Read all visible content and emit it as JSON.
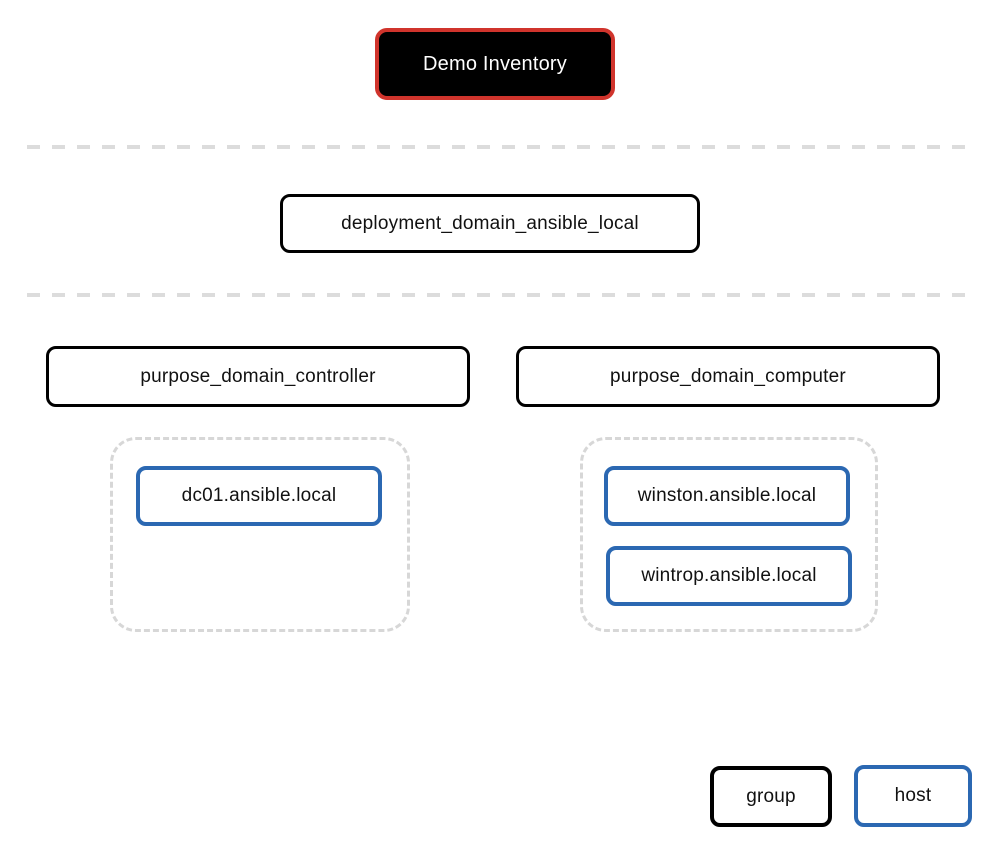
{
  "inventory": {
    "title": "Demo Inventory"
  },
  "root_group": {
    "label": "deployment_domain_ansible_local"
  },
  "groups": [
    {
      "label": "purpose_domain_controller",
      "hosts": [
        {
          "label": "dc01.ansible.local"
        }
      ]
    },
    {
      "label": "purpose_domain_computer",
      "hosts": [
        {
          "label": "winston.ansible.local"
        },
        {
          "label": "wintrop.ansible.local"
        }
      ]
    }
  ],
  "legend": {
    "group_label": "group",
    "host_label": "host"
  },
  "colors": {
    "inventory_border": "#d0342c",
    "inventory_fill": "#000000",
    "group_border": "#000000",
    "host_border": "#2b68b2",
    "separator_dash": "#dcdcdc",
    "cluster_dash": "#d7d7d7",
    "text": "#111111"
  }
}
